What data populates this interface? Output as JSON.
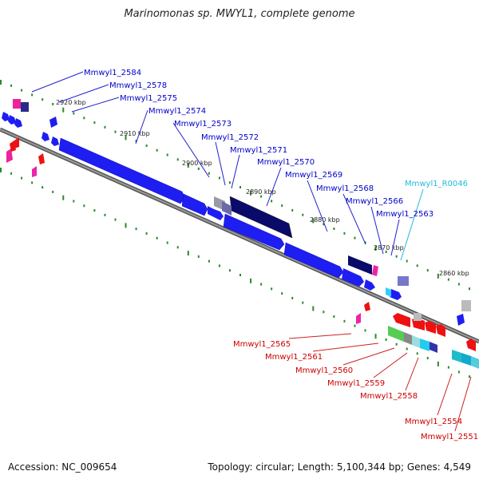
{
  "title": "Marinomonas sp. MWYL1, complete genome",
  "footer": {
    "accession": "Accession: NC_009654",
    "summary": "Topology: circular; Length: 5,100,344 bp; Genes: 4,549"
  },
  "colors": {
    "forward_label": "#0000cc",
    "reverse_label": "#cc0000",
    "rna_label": "#22bbdd",
    "forward_gene": "#1a1af0",
    "reverse_gene": "#ee1111",
    "backbone": "#7a7a7a",
    "ticks": "#228822"
  },
  "scale_labels": [
    "2920 kbp",
    "2910 kbp",
    "2900 kbp",
    "2890 kbp",
    "2880 kbp",
    "2870 kbp",
    "2860 kbp"
  ],
  "forward_labels": [
    "Mmwyl1_2584",
    "Mmwyl1_2578",
    "Mmwyl1_2575",
    "Mmwyl1_2574",
    "Mmwyl1_2573",
    "Mmwyl1_2572",
    "Mmwyl1_2571",
    "Mmwyl1_2570",
    "Mmwyl1_2569",
    "Mmwyl1_2568",
    "Mmwyl1_2566",
    "Mmwyl1_2563"
  ],
  "rna_labels": [
    "Mmwyl1_R0046"
  ],
  "reverse_labels": [
    "Mmwyl1_2565",
    "Mmwyl1_2561",
    "Mmwyl1_2560",
    "Mmwyl1_2559",
    "Mmwyl1_2558",
    "Mmwyl1_2554",
    "Mmwyl1_2551"
  ]
}
